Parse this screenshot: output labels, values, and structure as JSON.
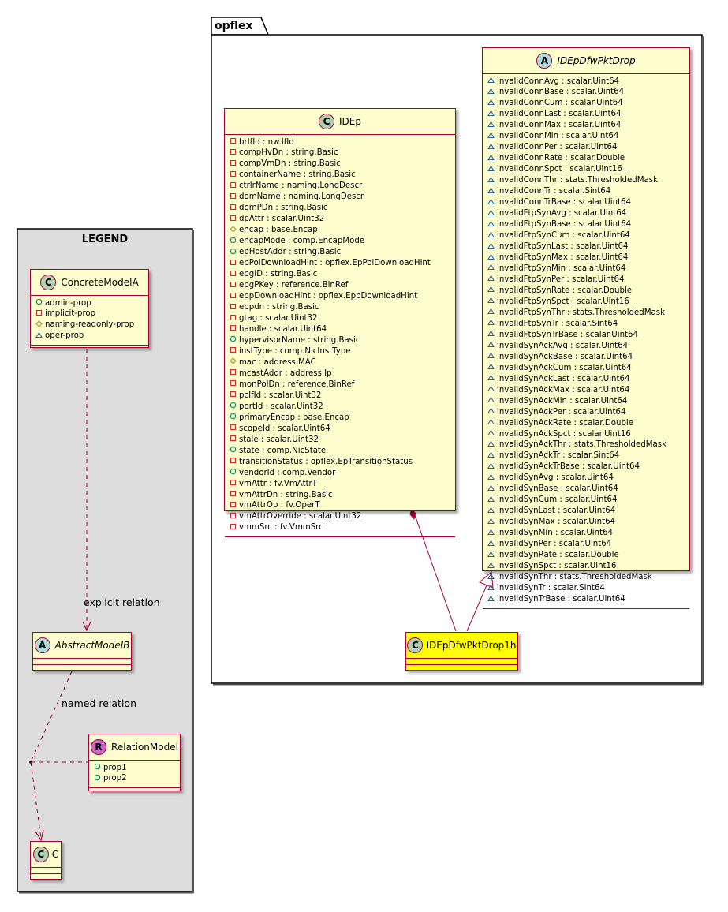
{
  "package": {
    "name": "opflex"
  },
  "legend": {
    "title": "LEGEND",
    "concrete": {
      "stereo": "C",
      "name": "ConcreteModelA",
      "props": [
        {
          "vis": "+",
          "text": "admin-prop"
        },
        {
          "vis": "-",
          "text": "implicit-prop"
        },
        {
          "vis": "#",
          "text": "naming-readonly-prop"
        },
        {
          "vis": "~",
          "text": "oper-prop"
        }
      ]
    },
    "abstract": {
      "stereo": "A",
      "name": "AbstractModelB"
    },
    "relation": {
      "stereo": "R",
      "name": "RelationModel",
      "props": [
        {
          "vis": "+",
          "text": "prop1"
        },
        {
          "vis": "+",
          "text": "prop2"
        }
      ]
    },
    "c": {
      "stereo": "C",
      "name": "C"
    },
    "explicit_label": "explicit relation",
    "named_label": "named relation"
  },
  "classes": {
    "idep": {
      "stereo": "C",
      "name": "IDEp",
      "attrs": [
        {
          "vis": "-",
          "text": "brIfId : nw.IfId"
        },
        {
          "vis": "-",
          "text": "compHvDn : string.Basic"
        },
        {
          "vis": "-",
          "text": "compVmDn : string.Basic"
        },
        {
          "vis": "-",
          "text": "containerName : string.Basic"
        },
        {
          "vis": "-",
          "text": "ctrlrName : naming.LongDescr"
        },
        {
          "vis": "-",
          "text": "domName : naming.LongDescr"
        },
        {
          "vis": "-",
          "text": "domPDn : string.Basic"
        },
        {
          "vis": "-",
          "text": "dpAttr : scalar.Uint32"
        },
        {
          "vis": "#",
          "text": "encap : base.Encap"
        },
        {
          "vis": "+",
          "text": "encapMode : comp.EncapMode"
        },
        {
          "vis": "+",
          "text": "epHostAddr : string.Basic"
        },
        {
          "vis": "-",
          "text": "epPolDownloadHint : opflex.EpPolDownloadHint"
        },
        {
          "vis": "-",
          "text": "epgID : string.Basic"
        },
        {
          "vis": "-",
          "text": "epgPKey : reference.BinRef"
        },
        {
          "vis": "-",
          "text": "eppDownloadHint : opflex.EppDownloadHint"
        },
        {
          "vis": "-",
          "text": "eppdn : string.Basic"
        },
        {
          "vis": "-",
          "text": "gtag : scalar.Uint32"
        },
        {
          "vis": "-",
          "text": "handle : scalar.Uint64"
        },
        {
          "vis": "+",
          "text": "hypervisorName : string.Basic"
        },
        {
          "vis": "-",
          "text": "instType : comp.NicInstType"
        },
        {
          "vis": "#",
          "text": "mac : address.MAC"
        },
        {
          "vis": "-",
          "text": "mcastAddr : address.Ip"
        },
        {
          "vis": "-",
          "text": "monPolDn : reference.BinRef"
        },
        {
          "vis": "-",
          "text": "pcIfId : scalar.Uint32"
        },
        {
          "vis": "+",
          "text": "portId : scalar.Uint32"
        },
        {
          "vis": "+",
          "text": "primaryEncap : base.Encap"
        },
        {
          "vis": "-",
          "text": "scopeId : scalar.Uint64"
        },
        {
          "vis": "-",
          "text": "stale : scalar.Uint32"
        },
        {
          "vis": "+",
          "text": "state : comp.NicState"
        },
        {
          "vis": "-",
          "text": "transitionStatus : opflex.EpTransitionStatus"
        },
        {
          "vis": "+",
          "text": "vendorId : comp.Vendor"
        },
        {
          "vis": "-",
          "text": "vmAttr : fv.VmAttrT"
        },
        {
          "vis": "-",
          "text": "vmAttrDn : string.Basic"
        },
        {
          "vis": "-",
          "text": "vmAttrOp : fv.OperT"
        },
        {
          "vis": "-",
          "text": "vmAttrOverride : scalar.Uint32"
        },
        {
          "vis": "-",
          "text": "vmmSrc : fv.VmmSrc"
        }
      ]
    },
    "drop": {
      "stereo": "A",
      "name": "IDEpDfwPktDrop",
      "attrs": [
        {
          "vis": "~",
          "text": "invalidConnAvg : scalar.Uint64"
        },
        {
          "vis": "~",
          "text": "invalidConnBase : scalar.Uint64"
        },
        {
          "vis": "~",
          "text": "invalidConnCum : scalar.Uint64"
        },
        {
          "vis": "~",
          "text": "invalidConnLast : scalar.Uint64"
        },
        {
          "vis": "~",
          "text": "invalidConnMax : scalar.Uint64"
        },
        {
          "vis": "~",
          "text": "invalidConnMin : scalar.Uint64"
        },
        {
          "vis": "~",
          "text": "invalidConnPer : scalar.Uint64"
        },
        {
          "vis": "~",
          "text": "invalidConnRate : scalar.Double"
        },
        {
          "vis": "~",
          "text": "invalidConnSpct : scalar.Uint16"
        },
        {
          "vis": "~",
          "text": "invalidConnThr : stats.ThresholdedMask"
        },
        {
          "vis": "~",
          "text": "invalidConnTr : scalar.Sint64"
        },
        {
          "vis": "~",
          "text": "invalidConnTrBase : scalar.Uint64"
        },
        {
          "vis": "~",
          "text": "invalidFtpSynAvg : scalar.Uint64"
        },
        {
          "vis": "~",
          "text": "invalidFtpSynBase : scalar.Uint64"
        },
        {
          "vis": "~",
          "text": "invalidFtpSynCum : scalar.Uint64"
        },
        {
          "vis": "~",
          "text": "invalidFtpSynLast : scalar.Uint64"
        },
        {
          "vis": "~",
          "text": "invalidFtpSynMax : scalar.Uint64"
        },
        {
          "vis": "~",
          "text": "invalidFtpSynMin : scalar.Uint64"
        },
        {
          "vis": "~",
          "text": "invalidFtpSynPer : scalar.Uint64"
        },
        {
          "vis": "~",
          "text": "invalidFtpSynRate : scalar.Double"
        },
        {
          "vis": "~",
          "text": "invalidFtpSynSpct : scalar.Uint16"
        },
        {
          "vis": "~",
          "text": "invalidFtpSynThr : stats.ThresholdedMask"
        },
        {
          "vis": "~",
          "text": "invalidFtpSynTr : scalar.Sint64"
        },
        {
          "vis": "~",
          "text": "invalidFtpSynTrBase : scalar.Uint64"
        },
        {
          "vis": "~",
          "text": "invalidSynAckAvg : scalar.Uint64"
        },
        {
          "vis": "~",
          "text": "invalidSynAckBase : scalar.Uint64"
        },
        {
          "vis": "~",
          "text": "invalidSynAckCum : scalar.Uint64"
        },
        {
          "vis": "~",
          "text": "invalidSynAckLast : scalar.Uint64"
        },
        {
          "vis": "~",
          "text": "invalidSynAckMax : scalar.Uint64"
        },
        {
          "vis": "~",
          "text": "invalidSynAckMin : scalar.Uint64"
        },
        {
          "vis": "~",
          "text": "invalidSynAckPer : scalar.Uint64"
        },
        {
          "vis": "~",
          "text": "invalidSynAckRate : scalar.Double"
        },
        {
          "vis": "~",
          "text": "invalidSynAckSpct : scalar.Uint16"
        },
        {
          "vis": "~",
          "text": "invalidSynAckThr : stats.ThresholdedMask"
        },
        {
          "vis": "~",
          "text": "invalidSynAckTr : scalar.Sint64"
        },
        {
          "vis": "~",
          "text": "invalidSynAckTrBase : scalar.Uint64"
        },
        {
          "vis": "~",
          "text": "invalidSynAvg : scalar.Uint64"
        },
        {
          "vis": "~",
          "text": "invalidSynBase : scalar.Uint64"
        },
        {
          "vis": "~",
          "text": "invalidSynCum : scalar.Uint64"
        },
        {
          "vis": "~",
          "text": "invalidSynLast : scalar.Uint64"
        },
        {
          "vis": "~",
          "text": "invalidSynMax : scalar.Uint64"
        },
        {
          "vis": "~",
          "text": "invalidSynMin : scalar.Uint64"
        },
        {
          "vis": "~",
          "text": "invalidSynPer : scalar.Uint64"
        },
        {
          "vis": "~",
          "text": "invalidSynRate : scalar.Double"
        },
        {
          "vis": "~",
          "text": "invalidSynSpct : scalar.Uint16"
        },
        {
          "vis": "~",
          "text": "invalidSynThr : stats.ThresholdedMask"
        },
        {
          "vis": "~",
          "text": "invalidSynTr : scalar.Sint64"
        },
        {
          "vis": "~",
          "text": "invalidSynTrBase : scalar.Uint64"
        }
      ]
    },
    "drop1h": {
      "stereo": "C",
      "name": "IDEpDfwPktDrop1h"
    }
  },
  "colors": {
    "class_fill": "#FEFECE",
    "class_border": "#A80036",
    "highlight_fill": "#FFFF00",
    "legend_fill": "#DDDDDD",
    "circle_c": "#ADD1B2",
    "circle_a": "#A9DCDF",
    "circle_r": "#CC66CC"
  }
}
